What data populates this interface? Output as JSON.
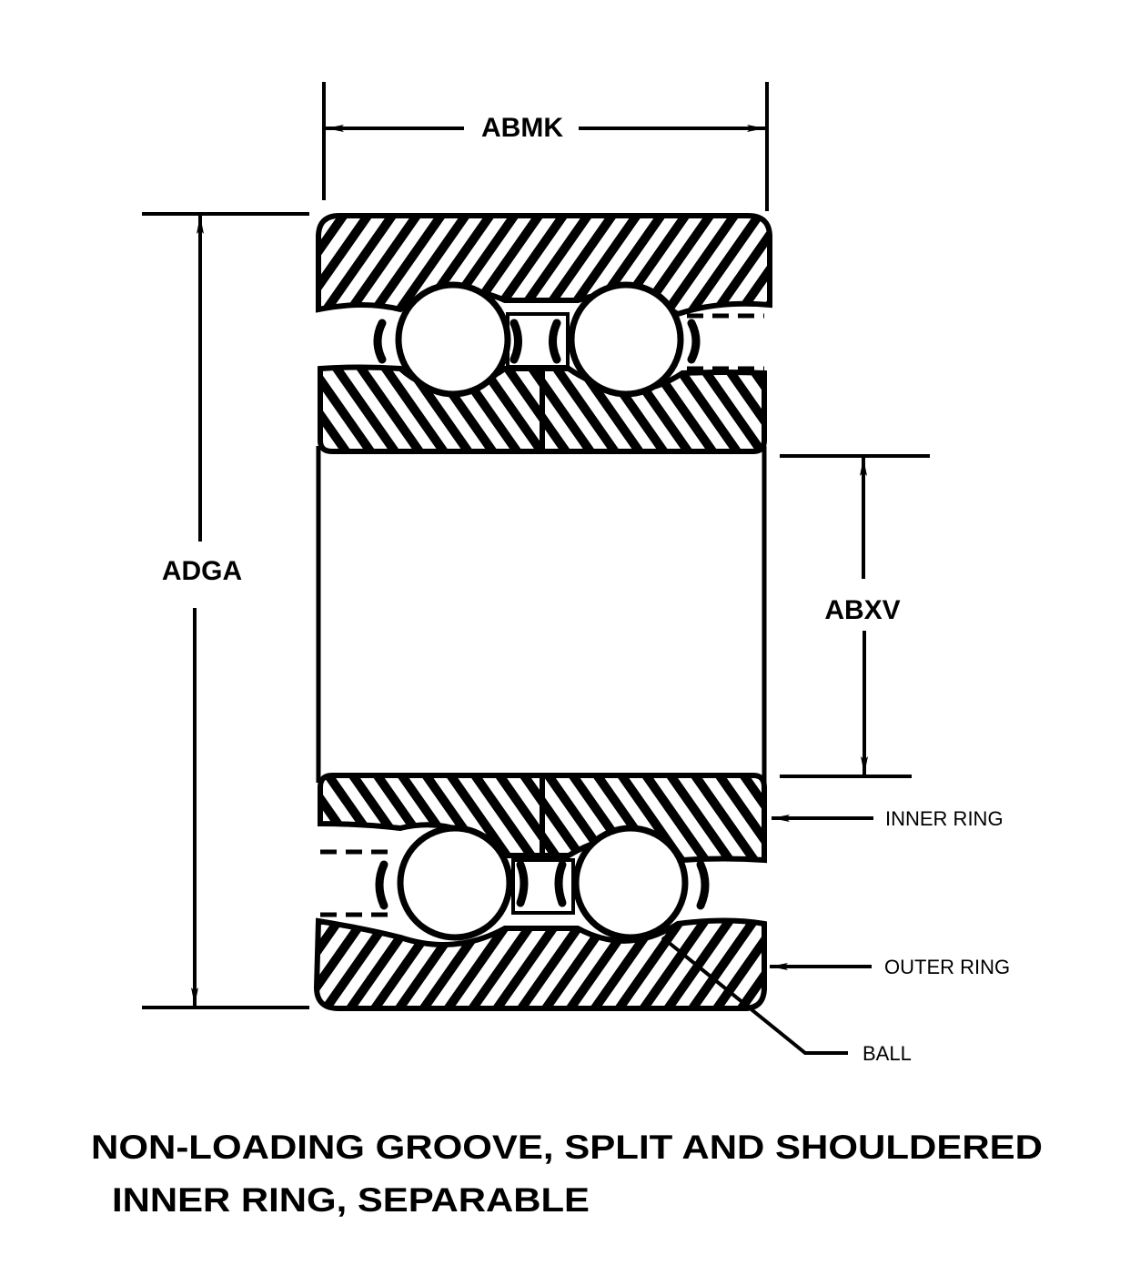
{
  "diagram": {
    "type": "technical-drawing",
    "subject": "double row ball bearing cross-section",
    "colors": {
      "ink": "#000000",
      "paper": "#ffffff"
    },
    "dimensions": {
      "width": "ABMK",
      "outer_diameter": "ADGA",
      "bore_diameter": "ABXV"
    },
    "callouts": [
      {
        "label": "INNER RING"
      },
      {
        "label": "OUTER RING"
      },
      {
        "label": "BALL"
      }
    ],
    "caption": {
      "line1": "NON-LOADING GROOVE, SPLIT AND SHOULDERED",
      "line2": "INNER RING, SEPARABLE"
    }
  }
}
